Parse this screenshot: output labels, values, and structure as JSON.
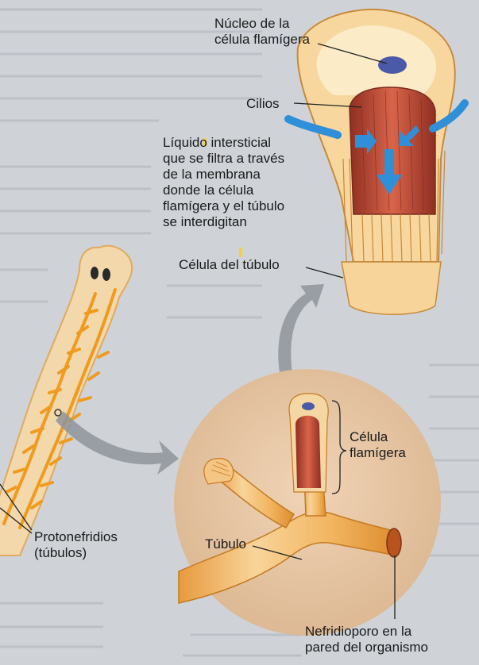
{
  "labels": {
    "nucleus": [
      "Núcleo de la",
      "célula flamígera"
    ],
    "cilia": "Cilios",
    "interstitial": [
      "Líquido intersticial",
      "que se filtra a través",
      "de la membrana",
      "donde la célula",
      "flamígera y el túbulo",
      "se interdigitan"
    ],
    "tubule_cell": "Célula del túbulo",
    "flame_cell": [
      "Célula",
      "flamígera"
    ],
    "protonephridia": [
      "Protonefridios",
      "(túbulos)"
    ],
    "tubule": "Túbulo",
    "nephridiopore": [
      "Nefridioporo en la",
      "pared del organismo"
    ]
  },
  "colors": {
    "background": "#cfd3d8",
    "page_text": "#b9bec5",
    "worm_body": "#f2cf96",
    "worm_tubules": "#f09a1e",
    "circle": "#e8c8a6",
    "tubule_orange": "#f0a94a",
    "flame_red": "#c9543b",
    "nucleus_blue": "#4a5aa8",
    "arrow_blue": "#2f8fd8",
    "big_arrow_gray": "#8e949b"
  }
}
